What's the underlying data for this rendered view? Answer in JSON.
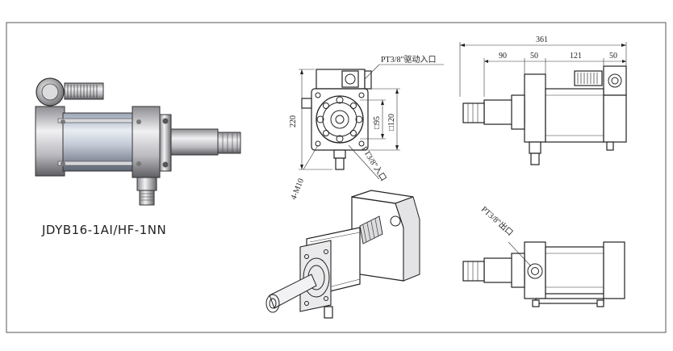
{
  "model_caption": "JDYB16-1AI/HF-1NN",
  "front_view": {
    "overall_height": "220",
    "square_outer": "□120",
    "square_inner": "□95",
    "drive_port_label": "PT3/8\"驱动入口",
    "inlet_port_label": "PT3/8\"入口",
    "mount_holes_label": "4-M10"
  },
  "side_view": {
    "overall_length": "361",
    "segment_1": "90",
    "segment_2": "50",
    "segment_3": "121",
    "segment_4": "50"
  },
  "bottom_view": {
    "outlet_port_label": "PT3/8\"出口"
  },
  "colors": {
    "line": "#222222",
    "frame": "#555555",
    "metal_light": "#e8e8ea",
    "metal_dark": "#6b6b70",
    "cylinder_blue": "#bfc8d6"
  }
}
